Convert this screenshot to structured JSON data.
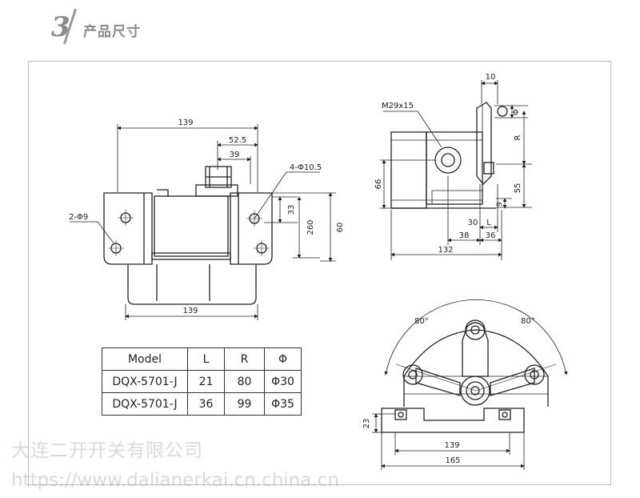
{
  "header": {
    "number": "3",
    "title": "产品尺寸"
  },
  "front_view": {
    "dim_139_top": "139",
    "dim_52_5": "52.5",
    "dim_39": "39",
    "hole_4": "4-Φ10.5",
    "hole_2": "2-Φ9",
    "dim_33": "33",
    "dim_260": "260",
    "dim_60": "60",
    "dim_139_bottom": "139"
  },
  "side_view": {
    "dim_10": "10",
    "thread": "M29x15",
    "dim_phi": "Φ",
    "dim_R": "R",
    "dim_66": "66",
    "dim_55": "55",
    "dim_9": "9",
    "dim_30": "30",
    "dim_L": "L",
    "dim_38": "38",
    "dim_36": "36",
    "dim_132": "132"
  },
  "bottom_view": {
    "angle_left": "80°",
    "angle_right": "80°",
    "dim_23": "23",
    "dim_139": "139",
    "dim_165": "165"
  },
  "table": {
    "headers": [
      "Model",
      "L",
      "R",
      "Φ"
    ],
    "rows": [
      [
        "DQX-5701-J",
        "21",
        "80",
        "Φ30"
      ],
      [
        "DQX-5701-J",
        "36",
        "99",
        "Φ35"
      ]
    ]
  },
  "watermark": {
    "company": "大连二开开关有限公司",
    "url": "https://www.dalianerkai.cn.china.cn"
  }
}
